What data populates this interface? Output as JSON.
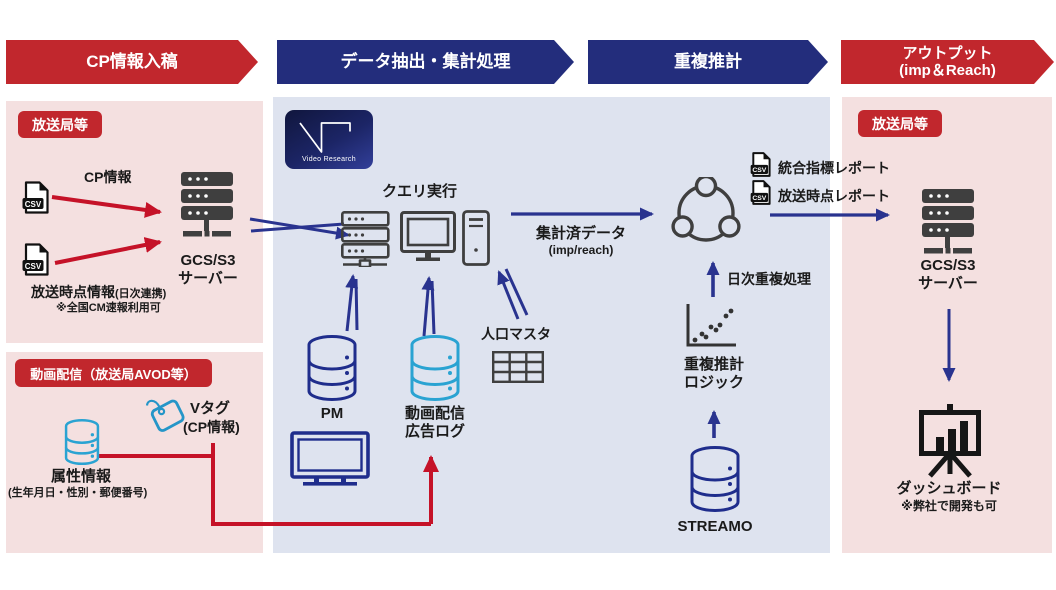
{
  "headers": {
    "step1": "CP情報入稿",
    "step2": "データ抽出・集計処理",
    "step3": "重複推計",
    "step4_line1": "アウトプット",
    "step4_line2": "(imp＆Reach)"
  },
  "colors": {
    "red": "#c1272d",
    "navy": "#232d7c",
    "arrow_navy": "#29338f",
    "arrow_red": "#c51228",
    "pink_panel": "#f4e0e0",
    "blue_panel": "#dee3ef",
    "cyan": "#2aa3d2",
    "db_navy": "#1f2d8c"
  },
  "left_top": {
    "badge": "放送局等",
    "csv_label": "CSV",
    "cp_info": "CP情報",
    "server_line1": "GCS/S3",
    "server_line2": "サーバー",
    "broadcast_main": "放送時点情報",
    "broadcast_sub": "(日次連携)",
    "note": "※全国CM速報利用可"
  },
  "left_bottom": {
    "badge": "動画配信（放送局AVOD等）",
    "vtag_line1": "Vタグ",
    "vtag_line2": "(CP情報)",
    "attr_title": "属性情報",
    "attr_sub": "(生年月日・性別・郵便番号)"
  },
  "middle": {
    "logo_text": "Video Research",
    "query_label": "クエリ実行",
    "aggregated_line1": "集計済データ",
    "aggregated_line2": "(imp/reach)",
    "pm_label": "PM",
    "ad_log_line1": "動画配信",
    "ad_log_line2": "広告ログ",
    "population_label": "人口マスタ",
    "csv_label": "CSV",
    "report1": "統合指標レポート",
    "report2": "放送時点レポート",
    "daily_dedup": "日次重複処理",
    "dedup_line1": "重複推計",
    "dedup_line2": "ロジック",
    "streamo_label": "STREAMO"
  },
  "right": {
    "badge": "放送局等",
    "server_line1": "GCS/S3",
    "server_line2": "サーバー",
    "dashboard_label": "ダッシュボード",
    "dashboard_note": "※弊社で開発も可"
  }
}
